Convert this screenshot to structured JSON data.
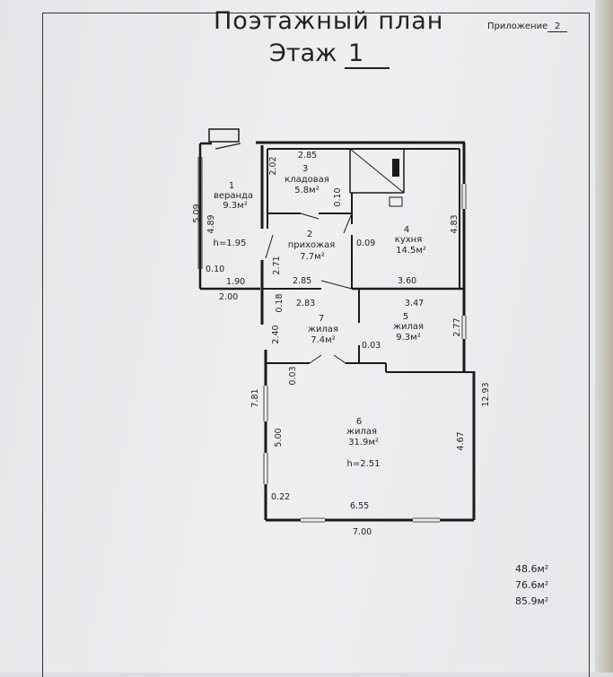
{
  "header": {
    "title": "Поэтажный план",
    "floor_label": "Этаж",
    "floor_number": "1",
    "appendix_label": "Приложение",
    "appendix_number": "2"
  },
  "rooms": [
    {
      "number": "1",
      "name": "веранда",
      "area": "9.3м²",
      "height": "h=1.95"
    },
    {
      "number": "2",
      "name": "прихожая",
      "area": "7.7м²"
    },
    {
      "number": "3",
      "name": "кладовая",
      "area": "5.8м²"
    },
    {
      "number": "4",
      "name": "кухня",
      "area": "14.5м²"
    },
    {
      "number": "5",
      "name": "жилая",
      "area": "9.3м²"
    },
    {
      "number": "6",
      "name": "жилая",
      "area": "31.9м²",
      "height": "h=2.51"
    },
    {
      "number": "7",
      "name": "жилая",
      "area": "7.4м²"
    }
  ],
  "dimensions": {
    "d509": "5.09",
    "d489": "4.89",
    "d010a": "0.10",
    "d190": "1.90",
    "d200": "2.00",
    "d285a": "2.85",
    "d202": "2.02",
    "d010b": "0.10",
    "d009": "0.09",
    "d483": "4.83",
    "d271": "2.71",
    "d285b": "2.85",
    "d360": "3.60",
    "d018": "0.18",
    "d283": "2.83",
    "d347": "3.47",
    "d240": "2.40",
    "d277": "2.77",
    "d003a": "0.03",
    "d003b": "0.03",
    "d781": "7.81",
    "d500": "5.00",
    "d1293": "12.93",
    "d467": "4.67",
    "d022": "0.22",
    "d655": "6.55",
    "d700": "7.00"
  },
  "totals": [
    "48.6м²",
    "76.6м²",
    "85.9м²"
  ]
}
